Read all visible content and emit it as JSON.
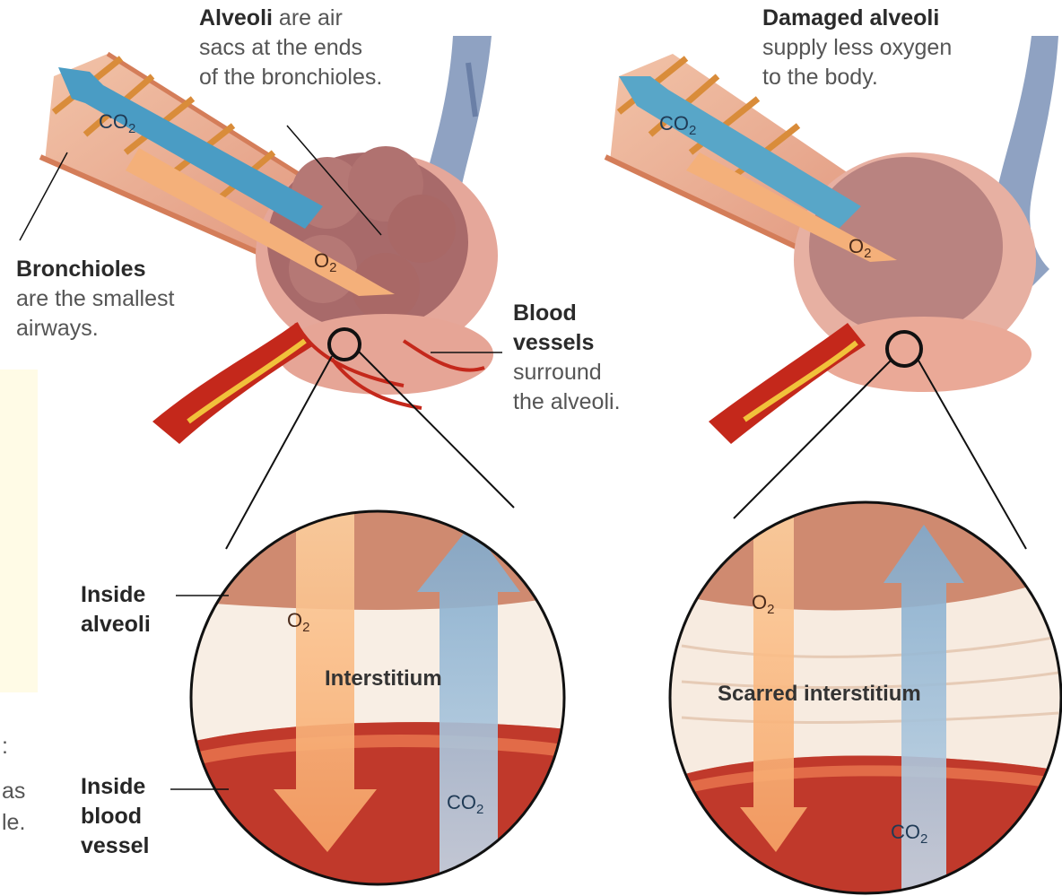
{
  "colors": {
    "tissue": "#d99a8a",
    "alveolus": "#b07070",
    "airway": "#e9b08e",
    "ring": "#d98c3a",
    "blood": "#c4281b",
    "vein": "#8396b8",
    "o2_arrow": "#f7b27a",
    "co2_arrow": "#8fb5d4",
    "interstitium": "#f9ece0",
    "inside_alveoli": "#d8917a",
    "inside_vessel": "#c0392b"
  },
  "left": {
    "alveoli_title": "Alveoli",
    "alveoli_text_1": " are air",
    "alveoli_text_2": "sacs at the ends",
    "alveoli_text_3": "of the bronchioles.",
    "bronchioles_title": "Bronchioles",
    "bronchioles_text_1": "are the smallest",
    "bronchioles_text_2": "airways.",
    "blood_title_1": "Blood",
    "blood_title_2": "vessels",
    "blood_text_1": "surround",
    "blood_text_2": "the alveoli.",
    "co2_label": "CO",
    "o2_label": "O",
    "sub2": "2"
  },
  "right": {
    "damaged_title": "Damaged alveoli",
    "damaged_text_1": "supply less oxygen",
    "damaged_text_2": "to the body.",
    "co2_label": "CO",
    "o2_label": "O",
    "sub2": "2"
  },
  "zoom_left": {
    "inside_alveoli_1": "Inside",
    "inside_alveoli_2": "alveoli",
    "interstitium": "Interstitium",
    "inside_vessel_1": "Inside",
    "inside_vessel_2": "blood",
    "inside_vessel_3": "vessel",
    "o2_label": "O",
    "co2_label": "CO",
    "sub2": "2"
  },
  "zoom_right": {
    "scarred": "Scarred interstitium",
    "o2_label": "O",
    "co2_label": "CO",
    "sub2": "2"
  },
  "edge_fragments": {
    "frag_1": ":",
    "frag_2": "as",
    "frag_3": "le."
  }
}
